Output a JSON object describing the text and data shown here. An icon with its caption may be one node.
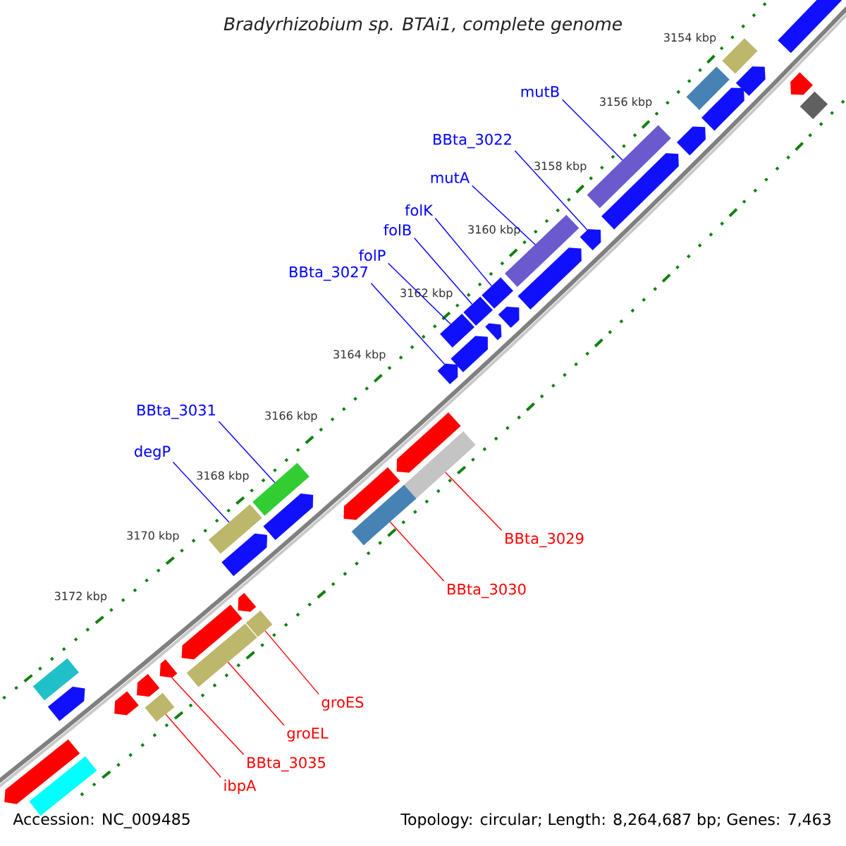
{
  "diagram": {
    "title": "Bradyrhizobium sp. BTAi1, complete genome",
    "nodes": [
      {
        "text": [
          "mutB"
        ]
      },
      {
        "text": [
          "BBta_3022"
        ]
      },
      {
        "text": [
          "mutA"
        ]
      },
      {
        "text": [
          "folK"
        ]
      },
      {
        "text": [
          "folB"
        ]
      },
      {
        "text": [
          "folP"
        ]
      },
      {
        "text": [
          "BBta_3027"
        ]
      },
      {
        "text": [
          "BBta_3031"
        ]
      },
      {
        "text": [
          "degP"
        ]
      },
      {
        "text": [
          "BBta_3029"
        ]
      },
      {
        "text": [
          "BBta_3030"
        ]
      },
      {
        "text": [
          "groES"
        ]
      },
      {
        "text": [
          "groEL"
        ]
      },
      {
        "text": [
          "BBta_3035"
        ]
      },
      {
        "text": [
          "ibpA"
        ]
      },
      {
        "text": [],
        "shape": "bar"
      },
      {
        "text": [],
        "shape": "arrow"
      },
      {
        "text": [],
        "shape": "bar"
      },
      {
        "text": [],
        "shape": "bar"
      },
      {
        "text": [],
        "shape": "bar"
      },
      {
        "text": [],
        "shape": "bar"
      },
      {
        "text": [],
        "shape": "arrow"
      },
      {
        "text": [],
        "shape": "bar"
      },
      {
        "text": [],
        "shape": "bar"
      },
      {
        "text": [],
        "shape": "bar"
      },
      {
        "text": [],
        "shape": "bar"
      },
      {
        "text": [],
        "shape": "bar"
      },
      {
        "text": [],
        "shape": "bar"
      },
      {
        "text": [],
        "shape": "arrow"
      },
      {
        "text": [],
        "shape": "bar"
      },
      {
        "text": [],
        "shape": "arrow"
      },
      {
        "text": [],
        "shape": "arrow"
      },
      {
        "text": [],
        "shape": "arrow"
      },
      {
        "text": [],
        "shape": "arrow"
      },
      {
        "text": [],
        "shape": "arrow"
      },
      {
        "text": [],
        "shape": "arrow"
      },
      {
        "text": [],
        "shape": "arrow"
      },
      {
        "text": [],
        "shape": "arrow"
      },
      {
        "text": [],
        "shape": "arrow"
      },
      {
        "text": [],
        "shape": "arrow"
      },
      {
        "text": [],
        "shape": "arrow"
      },
      {
        "text": [],
        "shape": "arrow"
      },
      {
        "text": [],
        "shape": "bar"
      },
      {
        "text": [],
        "shape": "bar"
      },
      {
        "text": [],
        "shape": "bar"
      },
      {
        "text": [],
        "shape": "arrow"
      },
      {
        "text": [],
        "shape": "arrow"
      },
      {
        "text": [],
        "shape": "arrow"
      },
      {
        "text": [],
        "shape": "arrow"
      },
      {
        "text": [],
        "shape": "arrow"
      },
      {
        "text": [],
        "shape": "arrow"
      },
      {
        "text": [],
        "shape": "arrow"
      },
      {
        "text": [],
        "shape": "arrow"
      },
      {
        "text": [],
        "shape": "bar"
      },
      {
        "text": [],
        "shape": "bar"
      }
    ],
    "edges": [
      {
        "from": 0,
        "to": 15,
        "arrow": "none"
      },
      {
        "from": 1,
        "to": 16,
        "arrow": "none"
      },
      {
        "from": 2,
        "to": 17,
        "arrow": "none"
      },
      {
        "from": 3,
        "to": 18,
        "arrow": "none"
      },
      {
        "from": 4,
        "to": 19,
        "arrow": "none"
      },
      {
        "from": 5,
        "to": 20,
        "arrow": "none"
      },
      {
        "from": 6,
        "to": 21,
        "arrow": "none"
      },
      {
        "from": 7,
        "to": 22,
        "arrow": "none"
      },
      {
        "from": 8,
        "to": 23,
        "arrow": "none"
      },
      {
        "from": 9,
        "to": 24,
        "arrow": "none",
        "color": "#ff0000"
      },
      {
        "from": 10,
        "to": 25,
        "arrow": "none",
        "color": "#ff0000"
      },
      {
        "from": 11,
        "to": 26,
        "arrow": "none",
        "color": "#ff0000"
      },
      {
        "from": 12,
        "to": 27,
        "arrow": "none",
        "color": "#ff0000"
      },
      {
        "from": 13,
        "to": 28,
        "arrow": "none",
        "color": "#ff0000"
      },
      {
        "from": 14,
        "to": 29,
        "arrow": "none",
        "color": "#ff0000"
      }
    ],
    "labels": [
      "3154 kbp",
      "3156 kbp",
      "3158 kbp",
      "3160 kbp",
      "3162 kbp",
      "3164 kbp",
      "3166 kbp",
      "3168 kbp",
      "3170 kbp",
      "3172 kbp",
      "Accession: NC_009485",
      "Topology: circular; Length: 8,264,687 bp; Genes: 7,463"
    ]
  }
}
